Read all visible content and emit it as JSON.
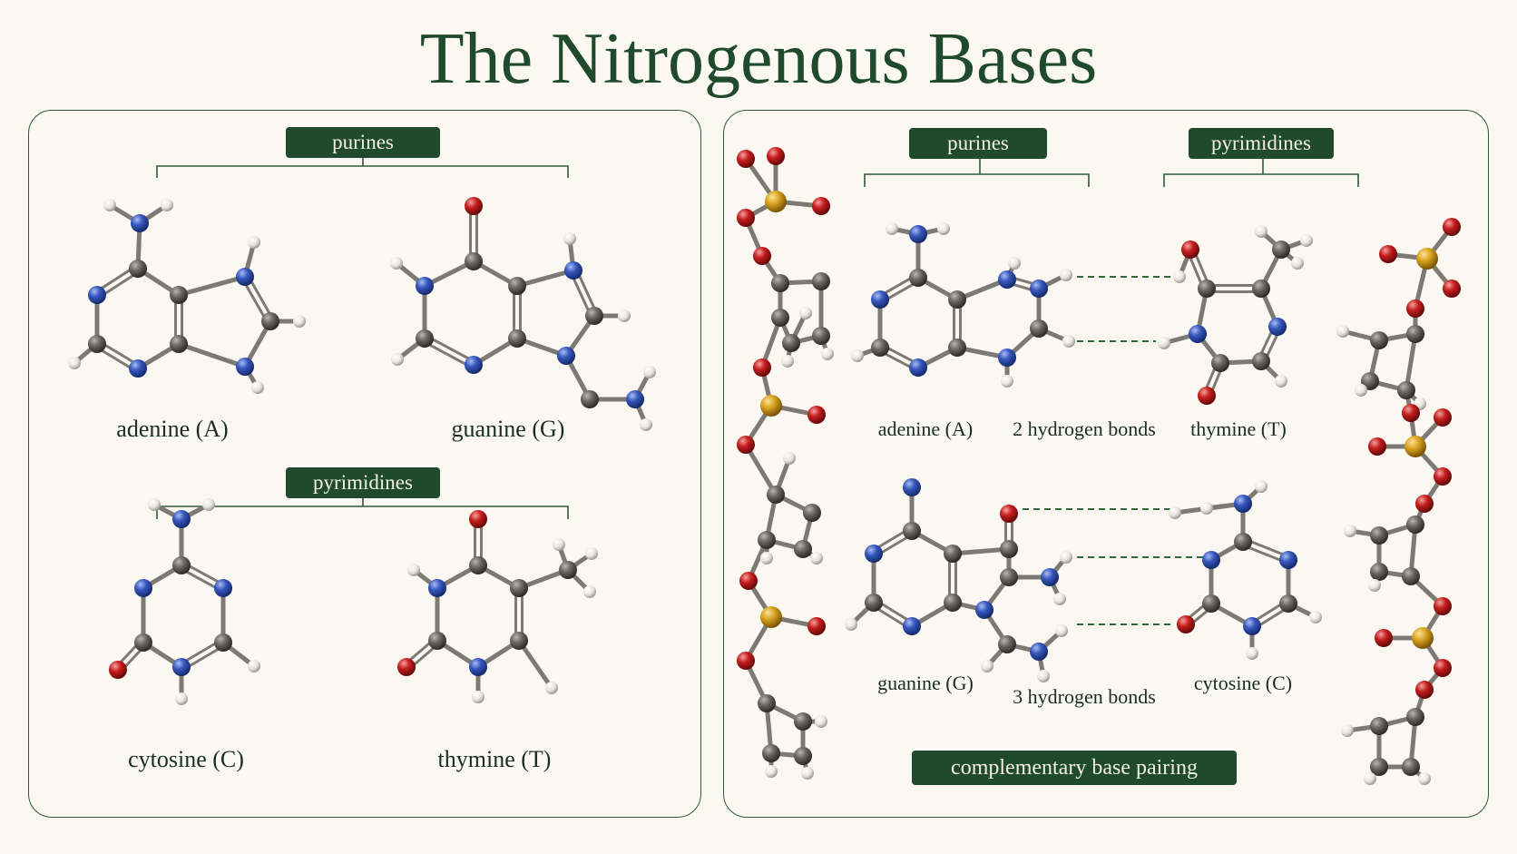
{
  "title": "The Nitrogenous Bases",
  "left_panel": {
    "purines_tag": "purines",
    "pyrimidines_tag": "pyrimidines",
    "adenine": "adenine (A)",
    "guanine": "guanine (G)",
    "cytosine": "cytosine (C)",
    "thymine": "thymine (T)"
  },
  "right_panel": {
    "purines_tag": "purines",
    "pyrimidines_tag": "pyrimidines",
    "adenine": "adenine (A)",
    "thymine": "thymine (T)",
    "guanine": "guanine (G)",
    "cytosine": "cytosine (C)",
    "at_bonds": "2 hydrogen bonds",
    "gc_bonds": "3 hydrogen bonds",
    "pairing_tag": "complementary base pairing"
  },
  "colors": {
    "carbon": "#56534e",
    "nitrogen": "#2f4eb2",
    "oxygen": "#c01c1c",
    "hydrogen": "#eeeeea",
    "phosphorus": "#d8a21c",
    "accent": "#1f4a2c"
  }
}
